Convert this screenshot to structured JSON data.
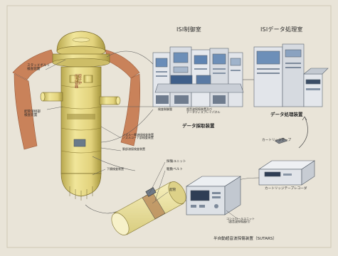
{
  "rooms": {
    "control_room": "ISI制御室",
    "data_room": "ISIデータ処理室"
  },
  "captions": {
    "data_collection": "データ採取装置",
    "data_processing": "データ処理装置"
  },
  "labels": {
    "stud_bolt": "スタッドボルト\n検査装置",
    "nozzle_vertical": "原子炉\n圧力容器",
    "pipe_weld": "配管溶接部\n検査装置",
    "nozzle_inspection": "ノズル一貫溶接検査装置\nノズルコーナ部検査装置",
    "shell_weld": "胴部溶接検査装置",
    "lower_head": "下鏡検査装置",
    "equipment_panel": "検査制御盤",
    "ultrasonic_panel": "超音波探傷装置及び\nデータディスプレイパネル",
    "cartridge_tape": "カートリッジテープ",
    "cartridge_recorder": "カートリッジテープレコーダ",
    "probe_unit": "探傷ユニット",
    "drive_belt": "駆動ベルト",
    "piping": "配管",
    "control_unit": "コントロールユニット\n（超音波探傷器付）",
    "bottom_caption": "半自動超音波探傷装置（SUTARS）"
  },
  "colors": {
    "background": "#e9e4d8",
    "vessel": "#e8d98a",
    "vessel_shade": "#c9b95e",
    "shield": "#c87e55",
    "cabinet": "#dfe3e8",
    "screen": "#6d8fb8",
    "pipe": "#efe6a8"
  }
}
